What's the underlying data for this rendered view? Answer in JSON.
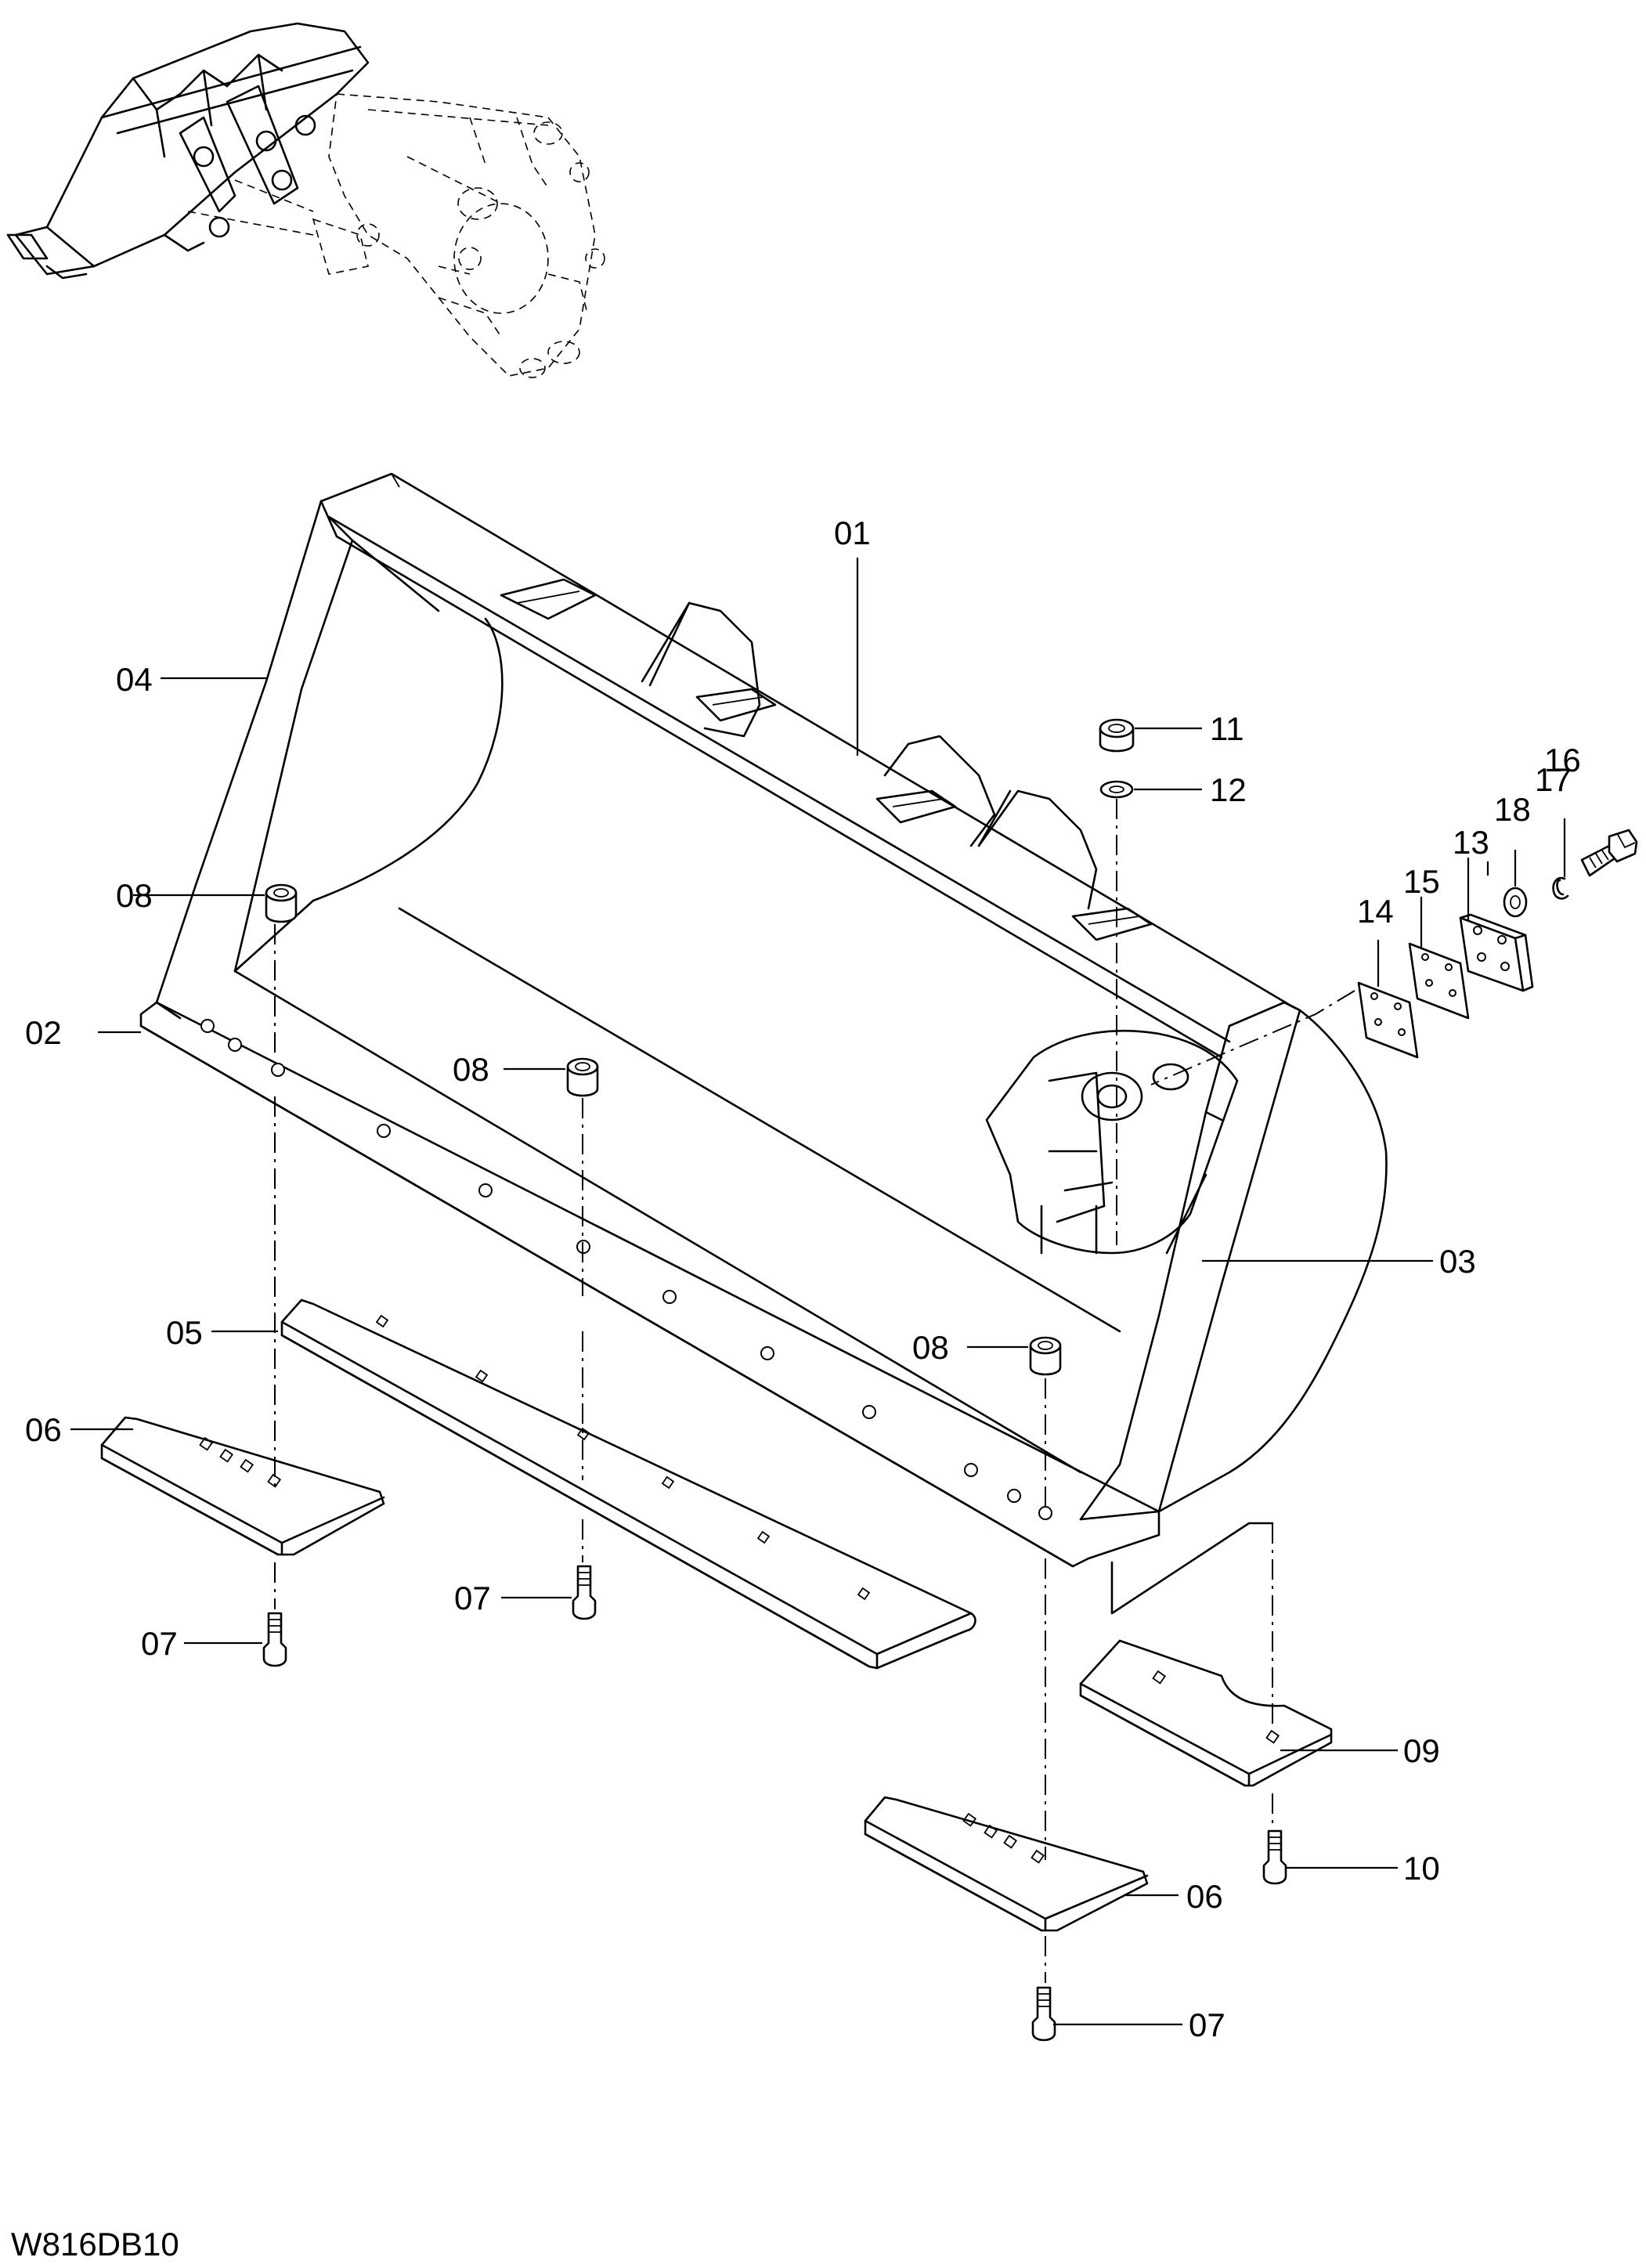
{
  "drawing_code": "W816DB10",
  "callouts": {
    "c01": "01",
    "c02": "02",
    "c03": "03",
    "c04": "04",
    "c05": "05",
    "c06a": "06",
    "c06b": "06",
    "c07a": "07",
    "c07b": "07",
    "c07c": "07",
    "c08a": "08",
    "c08b": "08",
    "c08c": "08",
    "c09": "09",
    "c10": "10",
    "c11": "11",
    "c12": "12",
    "c13": "13",
    "c14": "14",
    "c15": "15",
    "c16": "16",
    "c17": "17",
    "c18": "18"
  }
}
